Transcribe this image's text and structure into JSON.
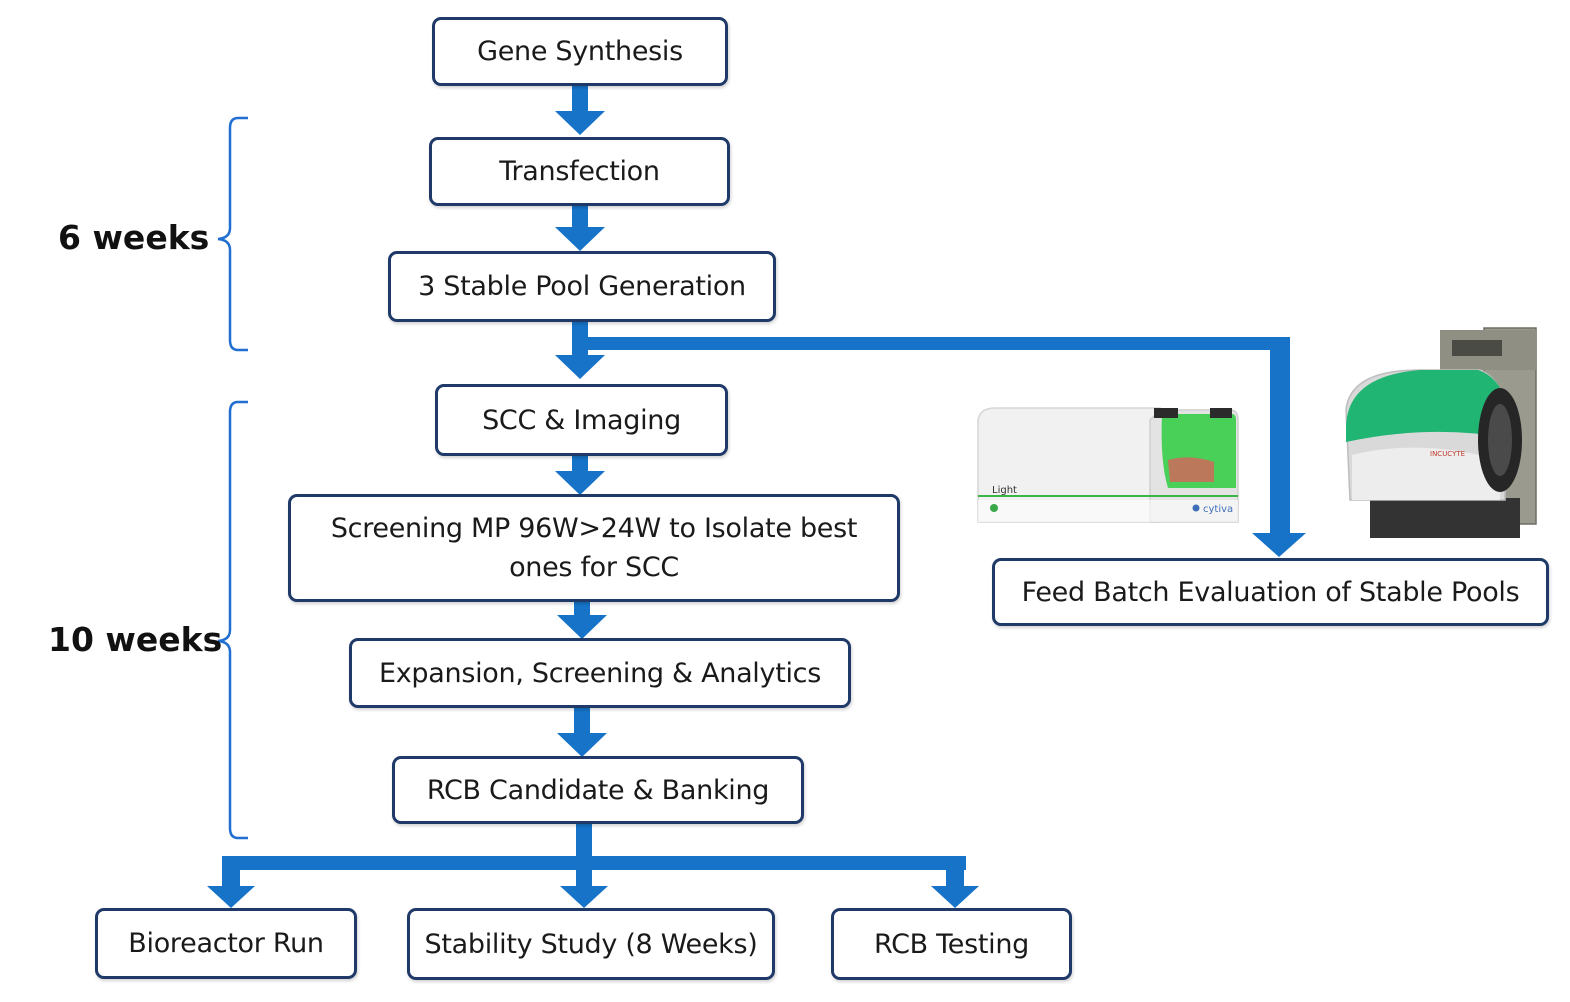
{
  "colors": {
    "arrow": "#1673c8",
    "box_border": "#1f3a68",
    "brace": "#1f6ed0",
    "instrument_green": "#21b573",
    "instrument_accent": "#2ecc40"
  },
  "steps": {
    "gene_synthesis": "Gene Synthesis",
    "transfection": "Transfection",
    "stable_pool_generation": "3 Stable Pool Generation",
    "scc_imaging": "SCC & Imaging",
    "screening_line1": "Screening MP 96W>24W to Isolate best",
    "screening_line2": "ones for SCC",
    "expansion": "Expansion, Screening & Analytics",
    "rcb_candidate": "RCB Candidate & Banking",
    "feed_batch": "Feed Batch Evaluation of Stable Pools",
    "bioreactor_run": "Bioreactor Run",
    "stability_study": "Stability Study (8 Weeks)",
    "rcb_testing": "RCB Testing"
  },
  "durations": {
    "phase1": "6 weeks",
    "phase2": "10 weeks"
  },
  "instruments": {
    "imager_label": "Light",
    "imager_brand": "cytiva",
    "incubator_brand": "INCUCYTE"
  }
}
